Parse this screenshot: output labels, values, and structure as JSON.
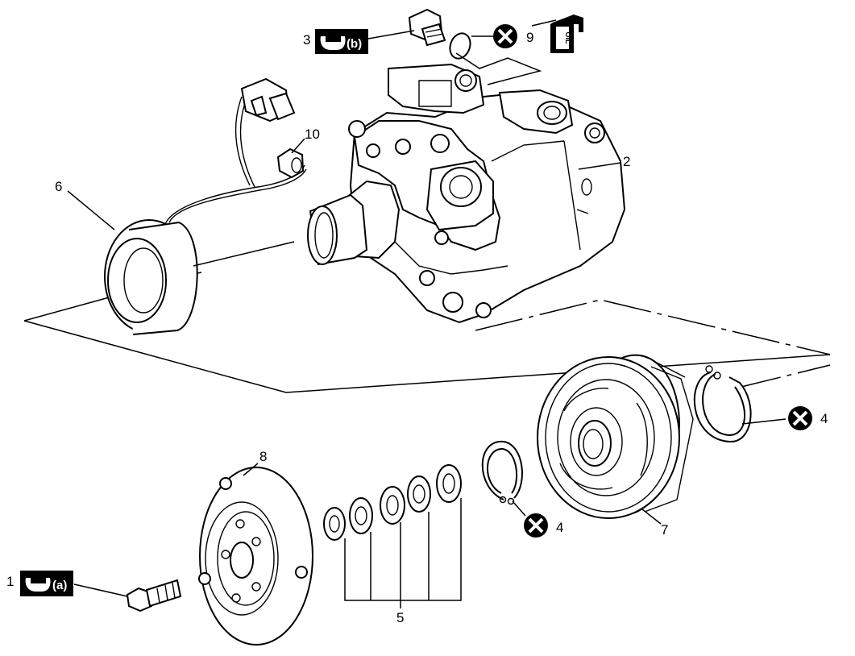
{
  "callouts": {
    "c1": "1",
    "c2": "2",
    "c3": "3",
    "c4a": "4",
    "c4b": "4",
    "c5": "5",
    "c6": "6",
    "c7": "7",
    "c8": "8",
    "c9": "9",
    "c10": "10"
  },
  "torque_tags": {
    "a": "(a)",
    "b": "(b)"
  },
  "oil_can": {
    "label": "OIL"
  },
  "icons": {
    "torque": "wrench-torque-icon",
    "no_reuse": "do-not-reuse-icon",
    "oil": "oil-can-icon"
  }
}
